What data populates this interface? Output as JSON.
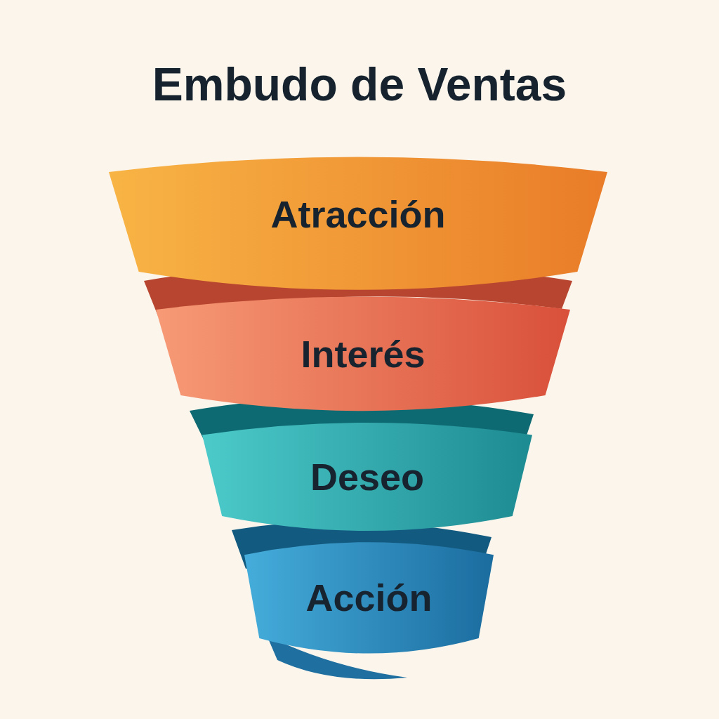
{
  "diagram": {
    "title": "Embudo de Ventas",
    "nodes": [
      {
        "text": [
          "Atracción"
        ]
      },
      {
        "text": [
          "Interés"
        ]
      },
      {
        "text": [
          "Deseo"
        ]
      },
      {
        "text": [
          "Acción"
        ]
      }
    ]
  }
}
